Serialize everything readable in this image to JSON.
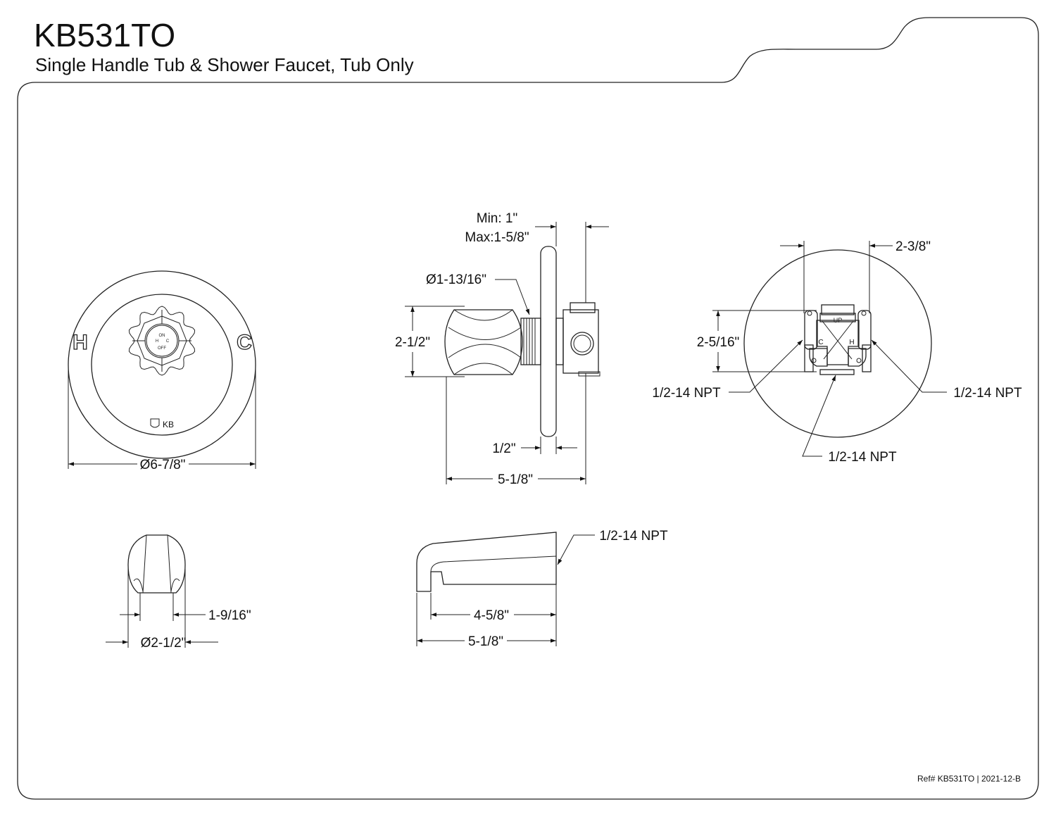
{
  "header": {
    "model": "KB531TO",
    "description": "Single Handle Tub & Shower Faucet, Tub Only"
  },
  "front_view": {
    "hot_mark": "H",
    "cold_mark": "C",
    "handle_labels": {
      "on": "ON",
      "off": "OFF",
      "hot": "H",
      "cold": "C"
    },
    "logo_text": "KB",
    "diameter": "Ø6-7/8\""
  },
  "side_view": {
    "min_depth": "Min: 1\"",
    "max_depth": "Max:1-5/8\"",
    "handle_diameter": "Ø1-13/16\"",
    "handle_height": "2-1/2\"",
    "plate_thickness": "1/2\"",
    "overall_depth": "5-1/8\""
  },
  "valve_view": {
    "width": "2-3/8\"",
    "height": "2-5/16\"",
    "up_mark": "UP",
    "cold_mark": "C",
    "hot_mark": "H",
    "left_port": "1/2-14 NPT",
    "right_port": "1/2-14 NPT",
    "bottom_port": "1/2-14 NPT"
  },
  "spout_end_view": {
    "diameter": "Ø2-1/2\"",
    "opening": "1-9/16\""
  },
  "spout_side_view": {
    "thread": "1/2-14 NPT",
    "reach": "4-5/8\"",
    "overall_length": "5-1/8\""
  },
  "footer": {
    "ref": "Ref# KB531TO | 2021-12-B"
  }
}
